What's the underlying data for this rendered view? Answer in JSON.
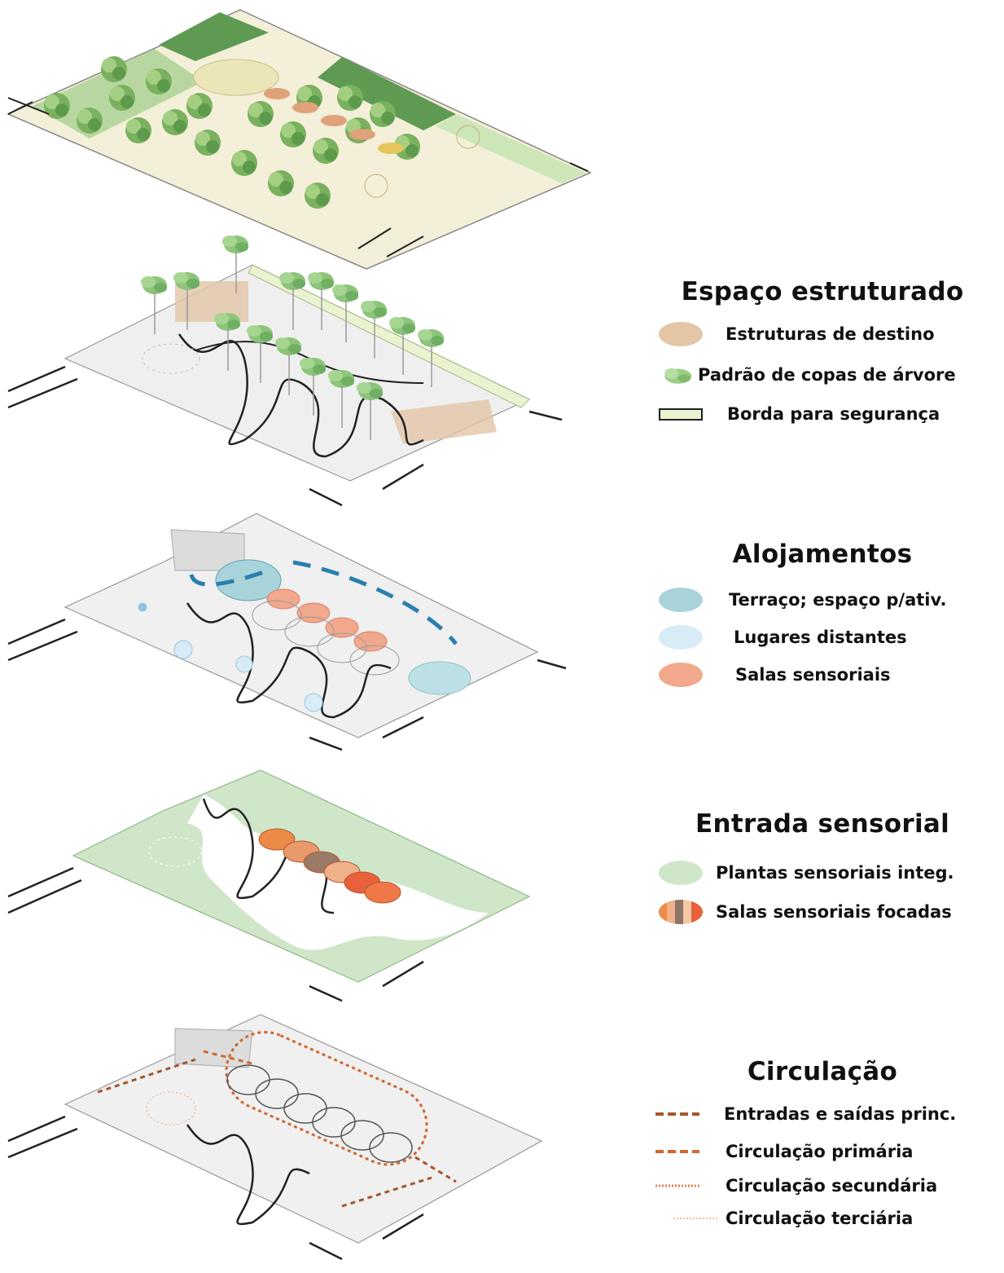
{
  "colors": {
    "destination": "#e2c6a6",
    "canopy": "#9ccf86",
    "edge_fill": "#e9f3cf",
    "terrace": "#a9d3da",
    "distant": "#d7ecf6",
    "sensory": "#f1a88c",
    "plants": "#cfe6c8",
    "main_entry": "#a4552d",
    "primary": "#d0672d",
    "secondary": "#e2804a",
    "tertiary": "#eda57d",
    "stair_blue": "#2a7fae"
  },
  "legend": {
    "estruturado": {
      "title": "Espaço estruturado",
      "items": [
        {
          "label": "Estruturas de destino",
          "icon": "tan-ellipse-icon"
        },
        {
          "label": "Padrão de copas de árvore",
          "icon": "tree-canopy-icon"
        },
        {
          "label": "Borda para segurança",
          "icon": "border-rect-icon"
        }
      ]
    },
    "alojamentos": {
      "title": "Alojamentos",
      "items": [
        {
          "label": "Terraço; espaço p/ativ.",
          "icon": "teal-ellipse-icon"
        },
        {
          "label": "Lugares distantes",
          "icon": "lightblue-ellipse-icon"
        },
        {
          "label": "Salas sensoriais",
          "icon": "salmon-ellipse-icon"
        }
      ]
    },
    "entrada": {
      "title": "Entrada sensorial",
      "items": [
        {
          "label": "Plantas sensoriais integ.",
          "icon": "green-ellipse-icon"
        },
        {
          "label": "Salas sensoriais focadas",
          "icon": "striped-ellipse-icon"
        }
      ]
    },
    "circulacao": {
      "title": "Circulação",
      "items": [
        {
          "label": "Entradas e saídas princ.",
          "icon": "dash-brown-icon"
        },
        {
          "label": "Circulação primária",
          "icon": "dash-orange-icon"
        },
        {
          "label": "Circulação secundária",
          "icon": "dotted-orange-icon"
        },
        {
          "label": "Circulação terciária",
          "icon": "fine-dotted-icon"
        }
      ]
    }
  }
}
